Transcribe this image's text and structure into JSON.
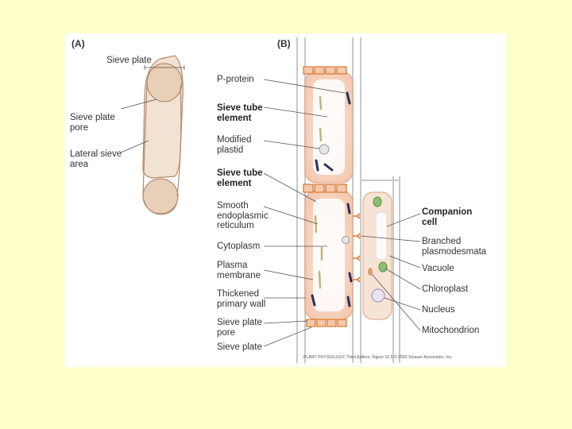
{
  "figure": {
    "panel_a": "(A)",
    "panel_b": "(B)",
    "labels_a": {
      "sieve_plate_top": "Sieve plate",
      "sieve_plate_pore": "Sieve plate\npore",
      "lateral_sieve_area": "Lateral sieve\narea"
    },
    "labels_b_left": {
      "p_protein": "P-protein",
      "sieve_tube_element_1": "Sieve tube\nelement",
      "modified_plastid": "Modified\nplastid",
      "sieve_tube_element_2": "Sieve tube\nelement",
      "smooth_er": "Smooth\nendoplasmic\nreticulum",
      "cytoplasm": "Cytoplasm",
      "plasma_membrane": "Plasma\nmembrane",
      "thickened_wall": "Thickened\nprimary wall",
      "sieve_plate_pore": "Sieve plate\npore",
      "sieve_plate": "Sieve plate"
    },
    "labels_b_right": {
      "companion_cell": "Companion\ncell",
      "branched_plasmodesmata": "Branched\nplasmodesmata",
      "vacuole": "Vacuole",
      "chloroplast": "Chloroplast",
      "nucleus": "Nucleus",
      "mitochondrion": "Mitochondrion"
    },
    "credit": "PLANT PHYSIOLOGY, Third Edition, Figure 10.5 © 2002 Sinauer Associates, Inc."
  },
  "colors": {
    "background": "#ffffcc",
    "cell_fill": "#f3e6d6",
    "cell_edge": "#b58b6b",
    "wall_gray": "#d2d2d2",
    "plasmodesmata": "#d9762b",
    "chloroplast": "#8cc070",
    "p_protein": "#2c2f5c"
  }
}
